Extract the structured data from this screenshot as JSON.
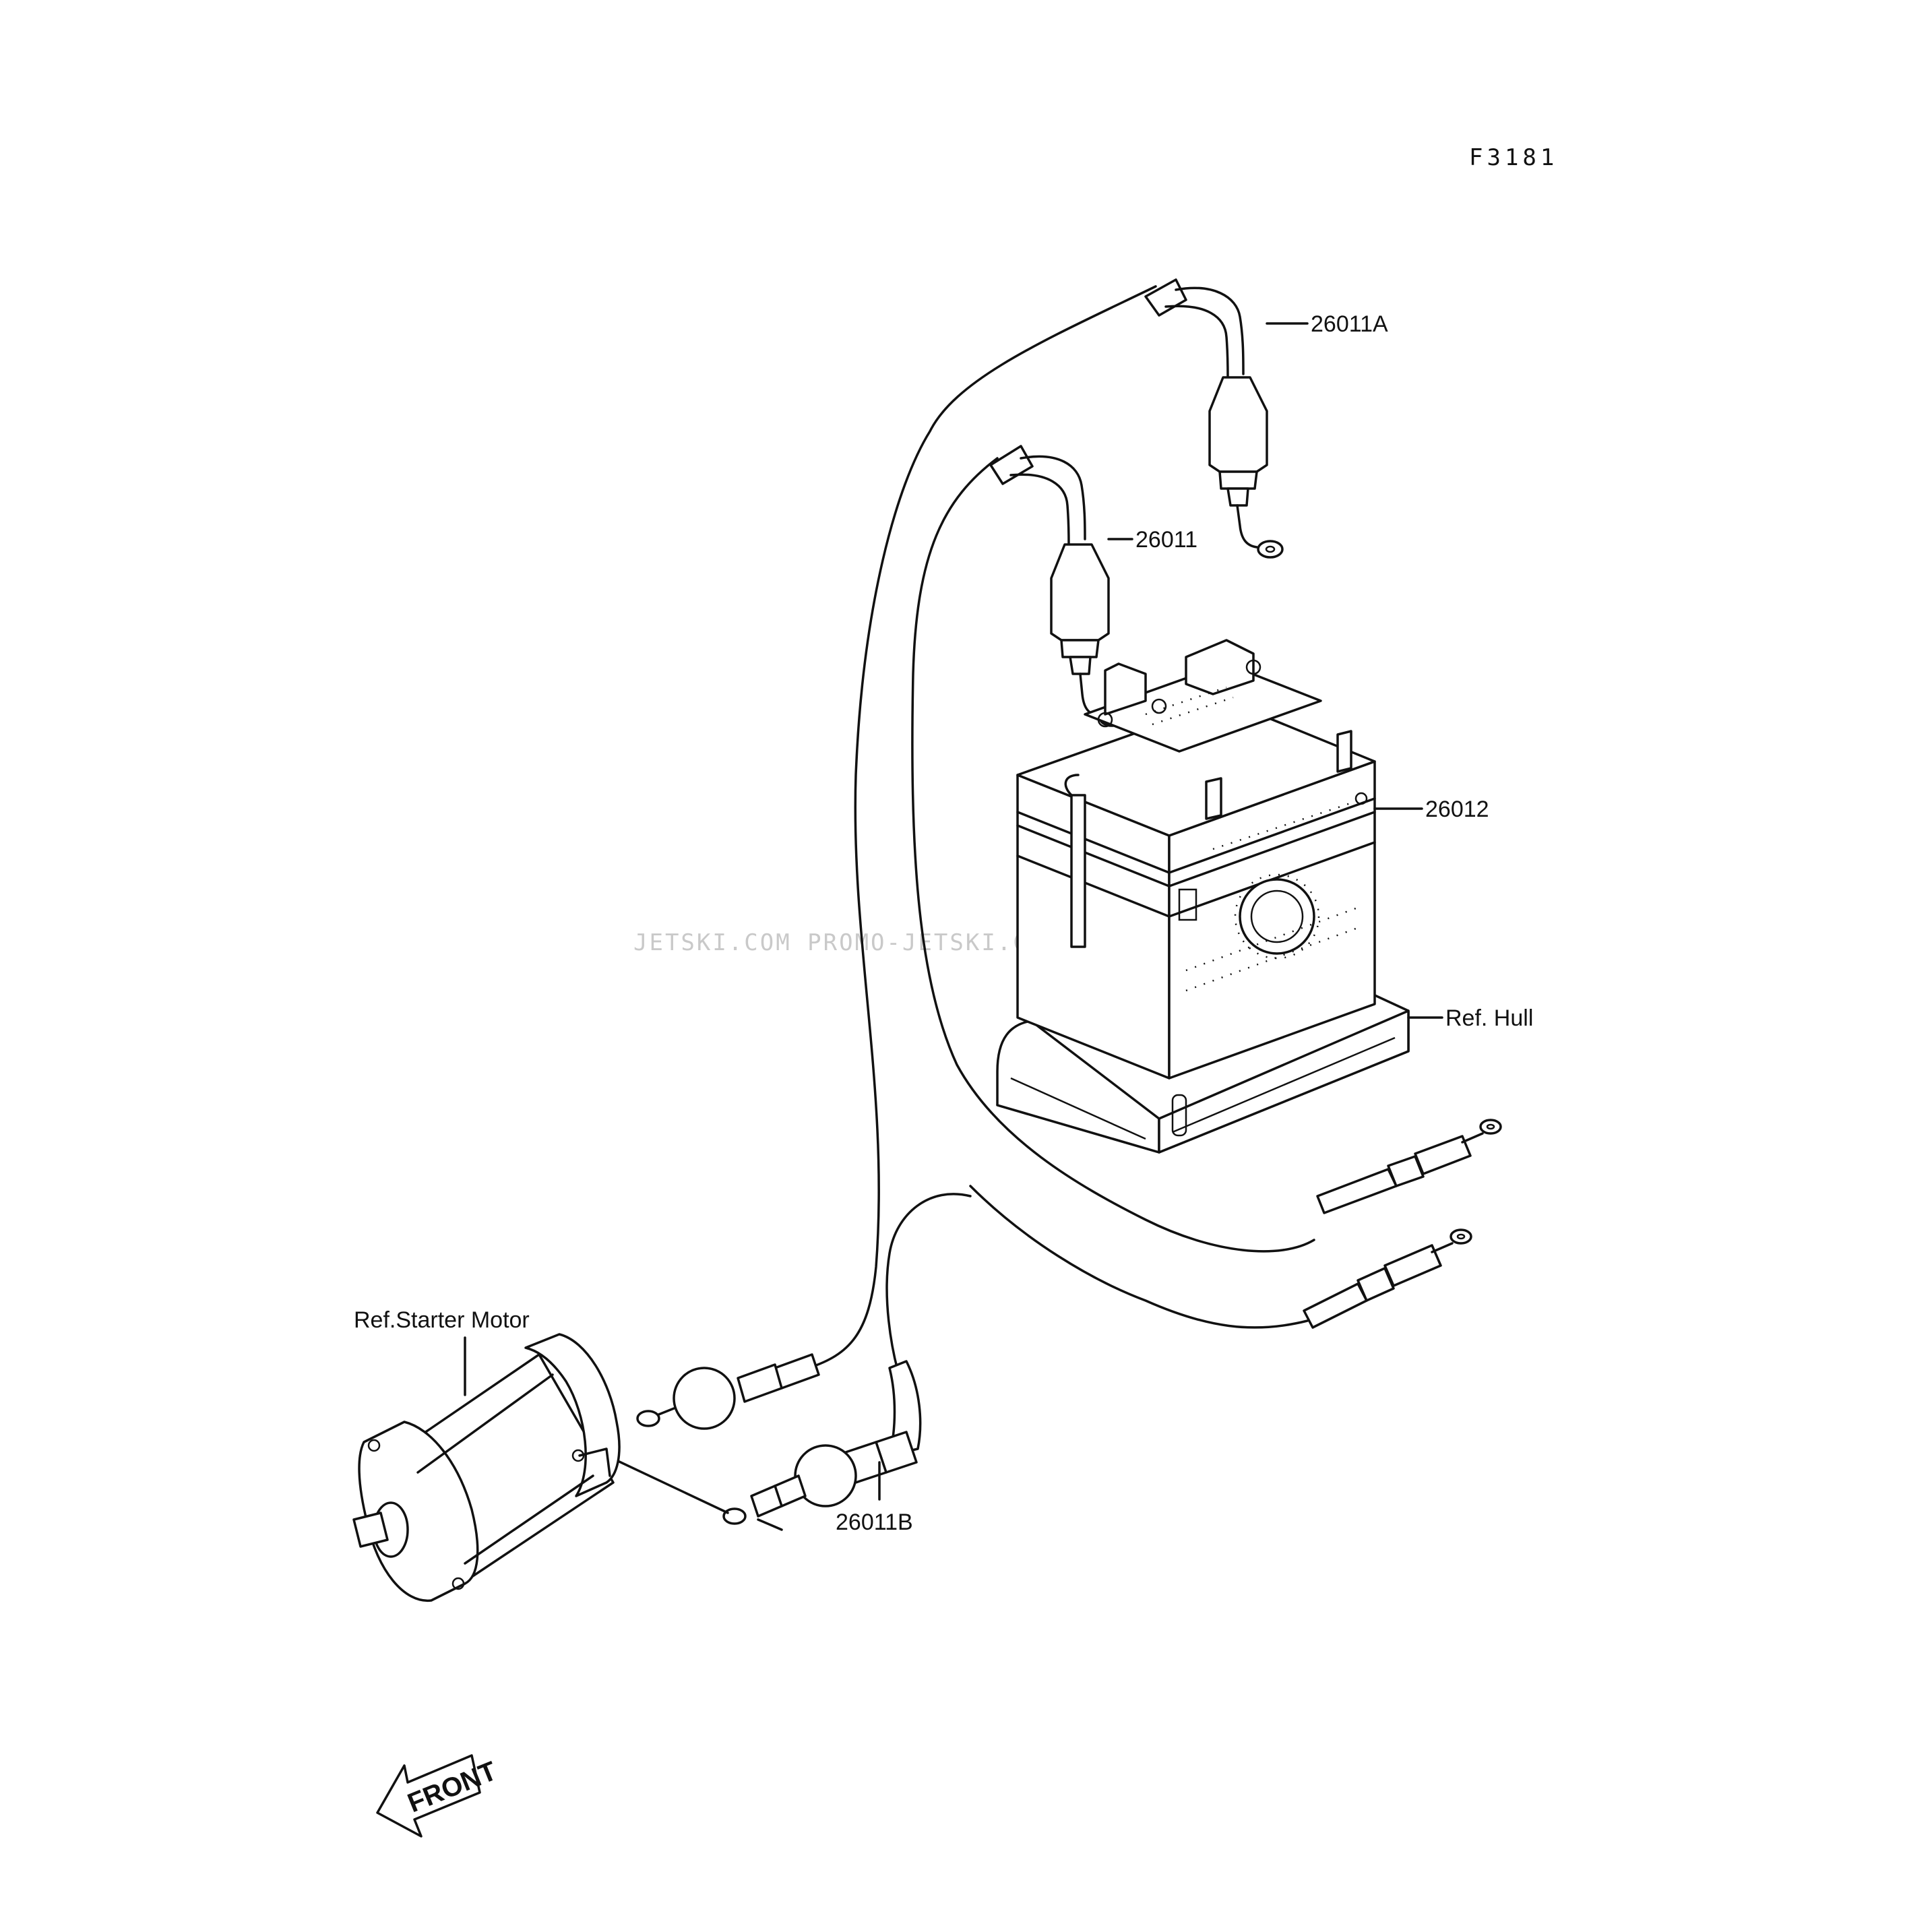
{
  "diagram": {
    "figure_code": "F3181",
    "watermark": "JETSKI.COM  PROMO-JETSKI.COM  PROMO-JETSKI.COM",
    "front_label": "FRONT",
    "callouts": [
      {
        "id": "26011A",
        "label": "26011A"
      },
      {
        "id": "26011",
        "label": "26011"
      },
      {
        "id": "26012",
        "label": "26012"
      },
      {
        "id": "ref-hull",
        "label": "Ref. Hull"
      },
      {
        "id": "ref-starter-motor",
        "label": "Ref.Starter Motor"
      },
      {
        "id": "26011B",
        "label": "26011B"
      }
    ]
  }
}
